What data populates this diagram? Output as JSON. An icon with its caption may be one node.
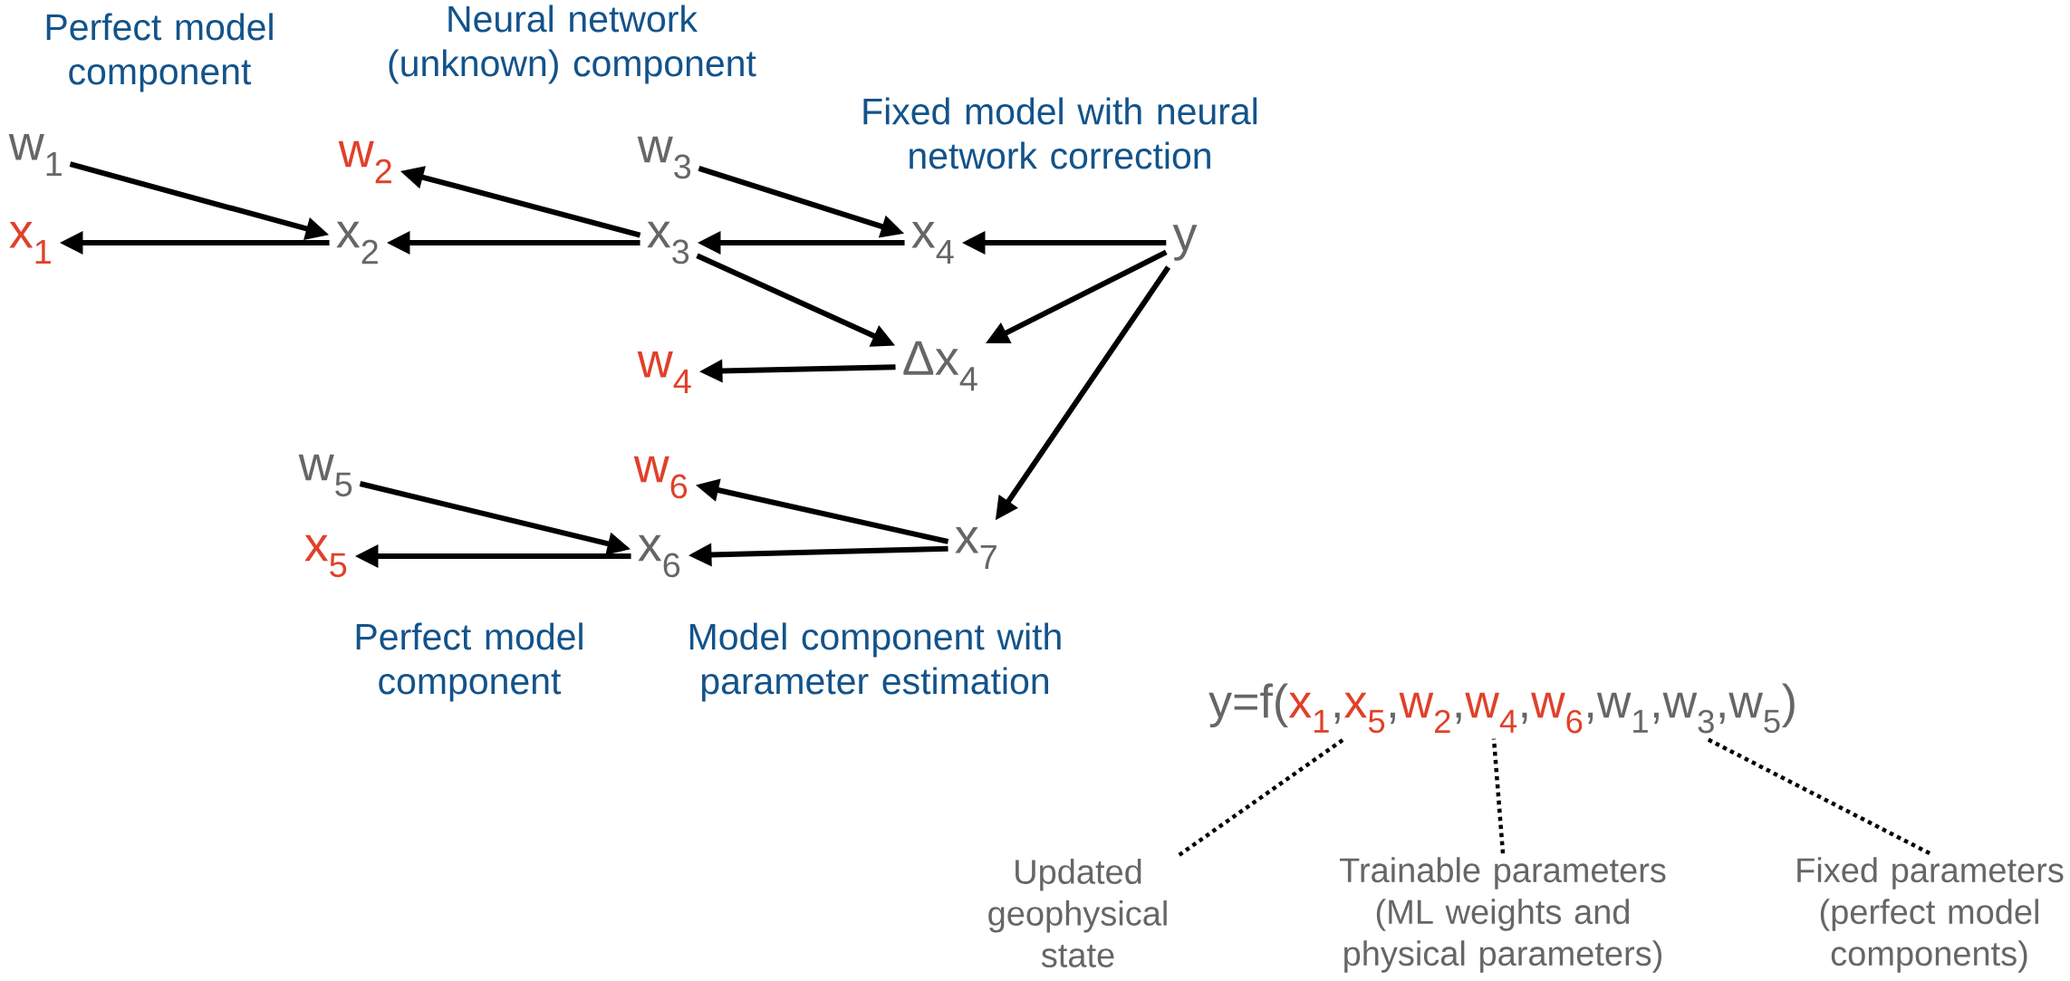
{
  "diagram": {
    "nodes": [
      {
        "text": [
          "w$_{1}$"
        ]
      },
      {
        "text": [
          "x$_{1}$"
        ]
      },
      {
        "text": [
          "x$_{2}$"
        ]
      },
      {
        "text": [
          "w$_{2}$"
        ]
      },
      {
        "text": [
          "x$_{3}$"
        ]
      },
      {
        "text": [
          "w$_{3}$"
        ]
      },
      {
        "text": [
          "x$_{4}$"
        ]
      },
      {
        "text": [
          "y"
        ]
      },
      {
        "text": [
          "Δx$_{4}$"
        ]
      },
      {
        "text": [
          "w$_{4}$"
        ]
      },
      {
        "text": [
          "w$_{5}$"
        ]
      },
      {
        "text": [
          "x$_{5}$"
        ]
      },
      {
        "text": [
          "x$_{6}$"
        ]
      },
      {
        "text": [
          "w$_{6}$"
        ]
      },
      {
        "text": [
          "x$_{7}$"
        ]
      },
      {
        "text": [
          "y=f(",
          "x$_{1}$",
          ",",
          "x$_{5}$",
          ",",
          "w$_{2}$",
          ",",
          "w$_{4}$",
          ",",
          "w$_{6}$",
          ",w$_{1}$,w$_{3}$,w$_{5}$)"
        ]
      },
      {
        "text": [
          "Updated geophysical state"
        ]
      },
      {
        "text": [
          "Trainable parameters (ML weights and physical parameters)"
        ]
      },
      {
        "text": [
          "Fixed parameters (perfect model components)"
        ]
      }
    ],
    "edges": [
      {
        "from": 0,
        "to": 2,
        "arrow": "to"
      },
      {
        "from": 2,
        "to": 1,
        "arrow": "to"
      },
      {
        "from": 4,
        "to": 3,
        "arrow": "to"
      },
      {
        "from": 4,
        "to": 2,
        "arrow": "to"
      },
      {
        "from": 5,
        "to": 6,
        "arrow": "to"
      },
      {
        "from": 6,
        "to": 4,
        "arrow": "to"
      },
      {
        "from": 7,
        "to": 6,
        "arrow": "to"
      },
      {
        "from": 4,
        "to": 8,
        "arrow": "to"
      },
      {
        "from": 7,
        "to": 8,
        "arrow": "to"
      },
      {
        "from": 8,
        "to": 9,
        "arrow": "to"
      },
      {
        "from": 7,
        "to": 14,
        "arrow": "to"
      },
      {
        "from": 10,
        "to": 12,
        "arrow": "to"
      },
      {
        "from": 12,
        "to": 11,
        "arrow": "to"
      },
      {
        "from": 14,
        "to": 13,
        "arrow": "to"
      },
      {
        "from": 14,
        "to": 12,
        "arrow": "to"
      },
      {
        "from": 16,
        "to": 15,
        "arrow": "none",
        "style": "dashed"
      },
      {
        "from": 17,
        "to": 15,
        "arrow": "none",
        "style": "dashed"
      },
      {
        "from": 18,
        "to": 15,
        "arrow": "none",
        "style": "dashed"
      }
    ],
    "labels": [
      "Perfect model component",
      "Neural network (unknown) component",
      "Fixed model with neural network correction",
      "Perfect model component",
      "Model component with parameter estimation"
    ]
  }
}
